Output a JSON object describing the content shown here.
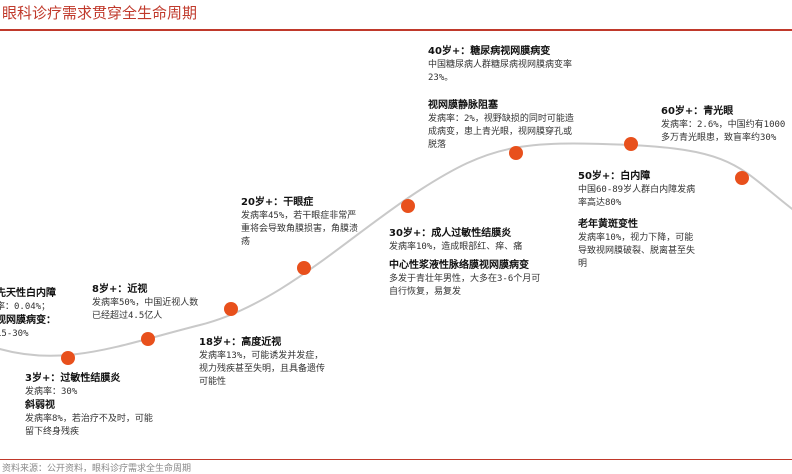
{
  "title": "眼科诊疗需求贯穿全生命周期",
  "footer": "资料来源：公开资料，眼科诊疗需求全生命周期",
  "accent_color": "#c0392b",
  "dot_color": "#e8501c",
  "stages": {
    "s0": {
      "h1": "先天性白内障",
      "t1": "率：0.04%；",
      "h2": "视网膜病变：",
      "t2": "15-30%"
    },
    "s1": {
      "h1": "3岁+：过敏性结膜炎",
      "t1": "发病率：30%",
      "h2": "斜弱视",
      "t2": "发病率8%，若治疗不及时，可能留下终身残疾"
    },
    "s2": {
      "h1": "8岁+：近视",
      "t1": "发病率50%，中国近视人数已经超过4.5亿人"
    },
    "s3": {
      "h1": "18岁+：高度近视",
      "t1": "发病率13%，可能诱发并发症，视力残疾甚至失明，且具备遗传可能性"
    },
    "s4": {
      "h1": "20岁+：干眼症",
      "t1": "发病率45%，若干眼症非常严重将会导致角膜损害，角膜溃疡"
    },
    "s5": {
      "h1": "30岁+：成人过敏性结膜炎",
      "t1": "发病率10%，造成眼部红、痒、痛",
      "h2": "中心性浆液性脉络膜视网膜病变",
      "t2": "多发于青壮年男性，大多在3-6个月可自行恢复，易复发"
    },
    "s6": {
      "h1": "40岁+：糖尿病视网膜病变",
      "t1": "中国糖尿病人群糖尿病视网膜病变率23%。",
      "h2": "视网膜静脉阻塞",
      "t2": "发病率：2%，视野缺损的同时可能造成病变，患上青光眼，视网膜穿孔或脱落"
    },
    "s7": {
      "h1": "50岁+：白内障",
      "t1": "中国60-89岁人群白内障发病率高达80%",
      "h2": "老年黄斑变性",
      "t2": "发病率10%，视力下降，可能导致视网膜破裂、脱离甚至失明"
    },
    "s8": {
      "h1": "60岁+：青光眼",
      "t1": "发病率：2.6%，中国约有1000多万青光眼患，致盲率约30%"
    }
  }
}
